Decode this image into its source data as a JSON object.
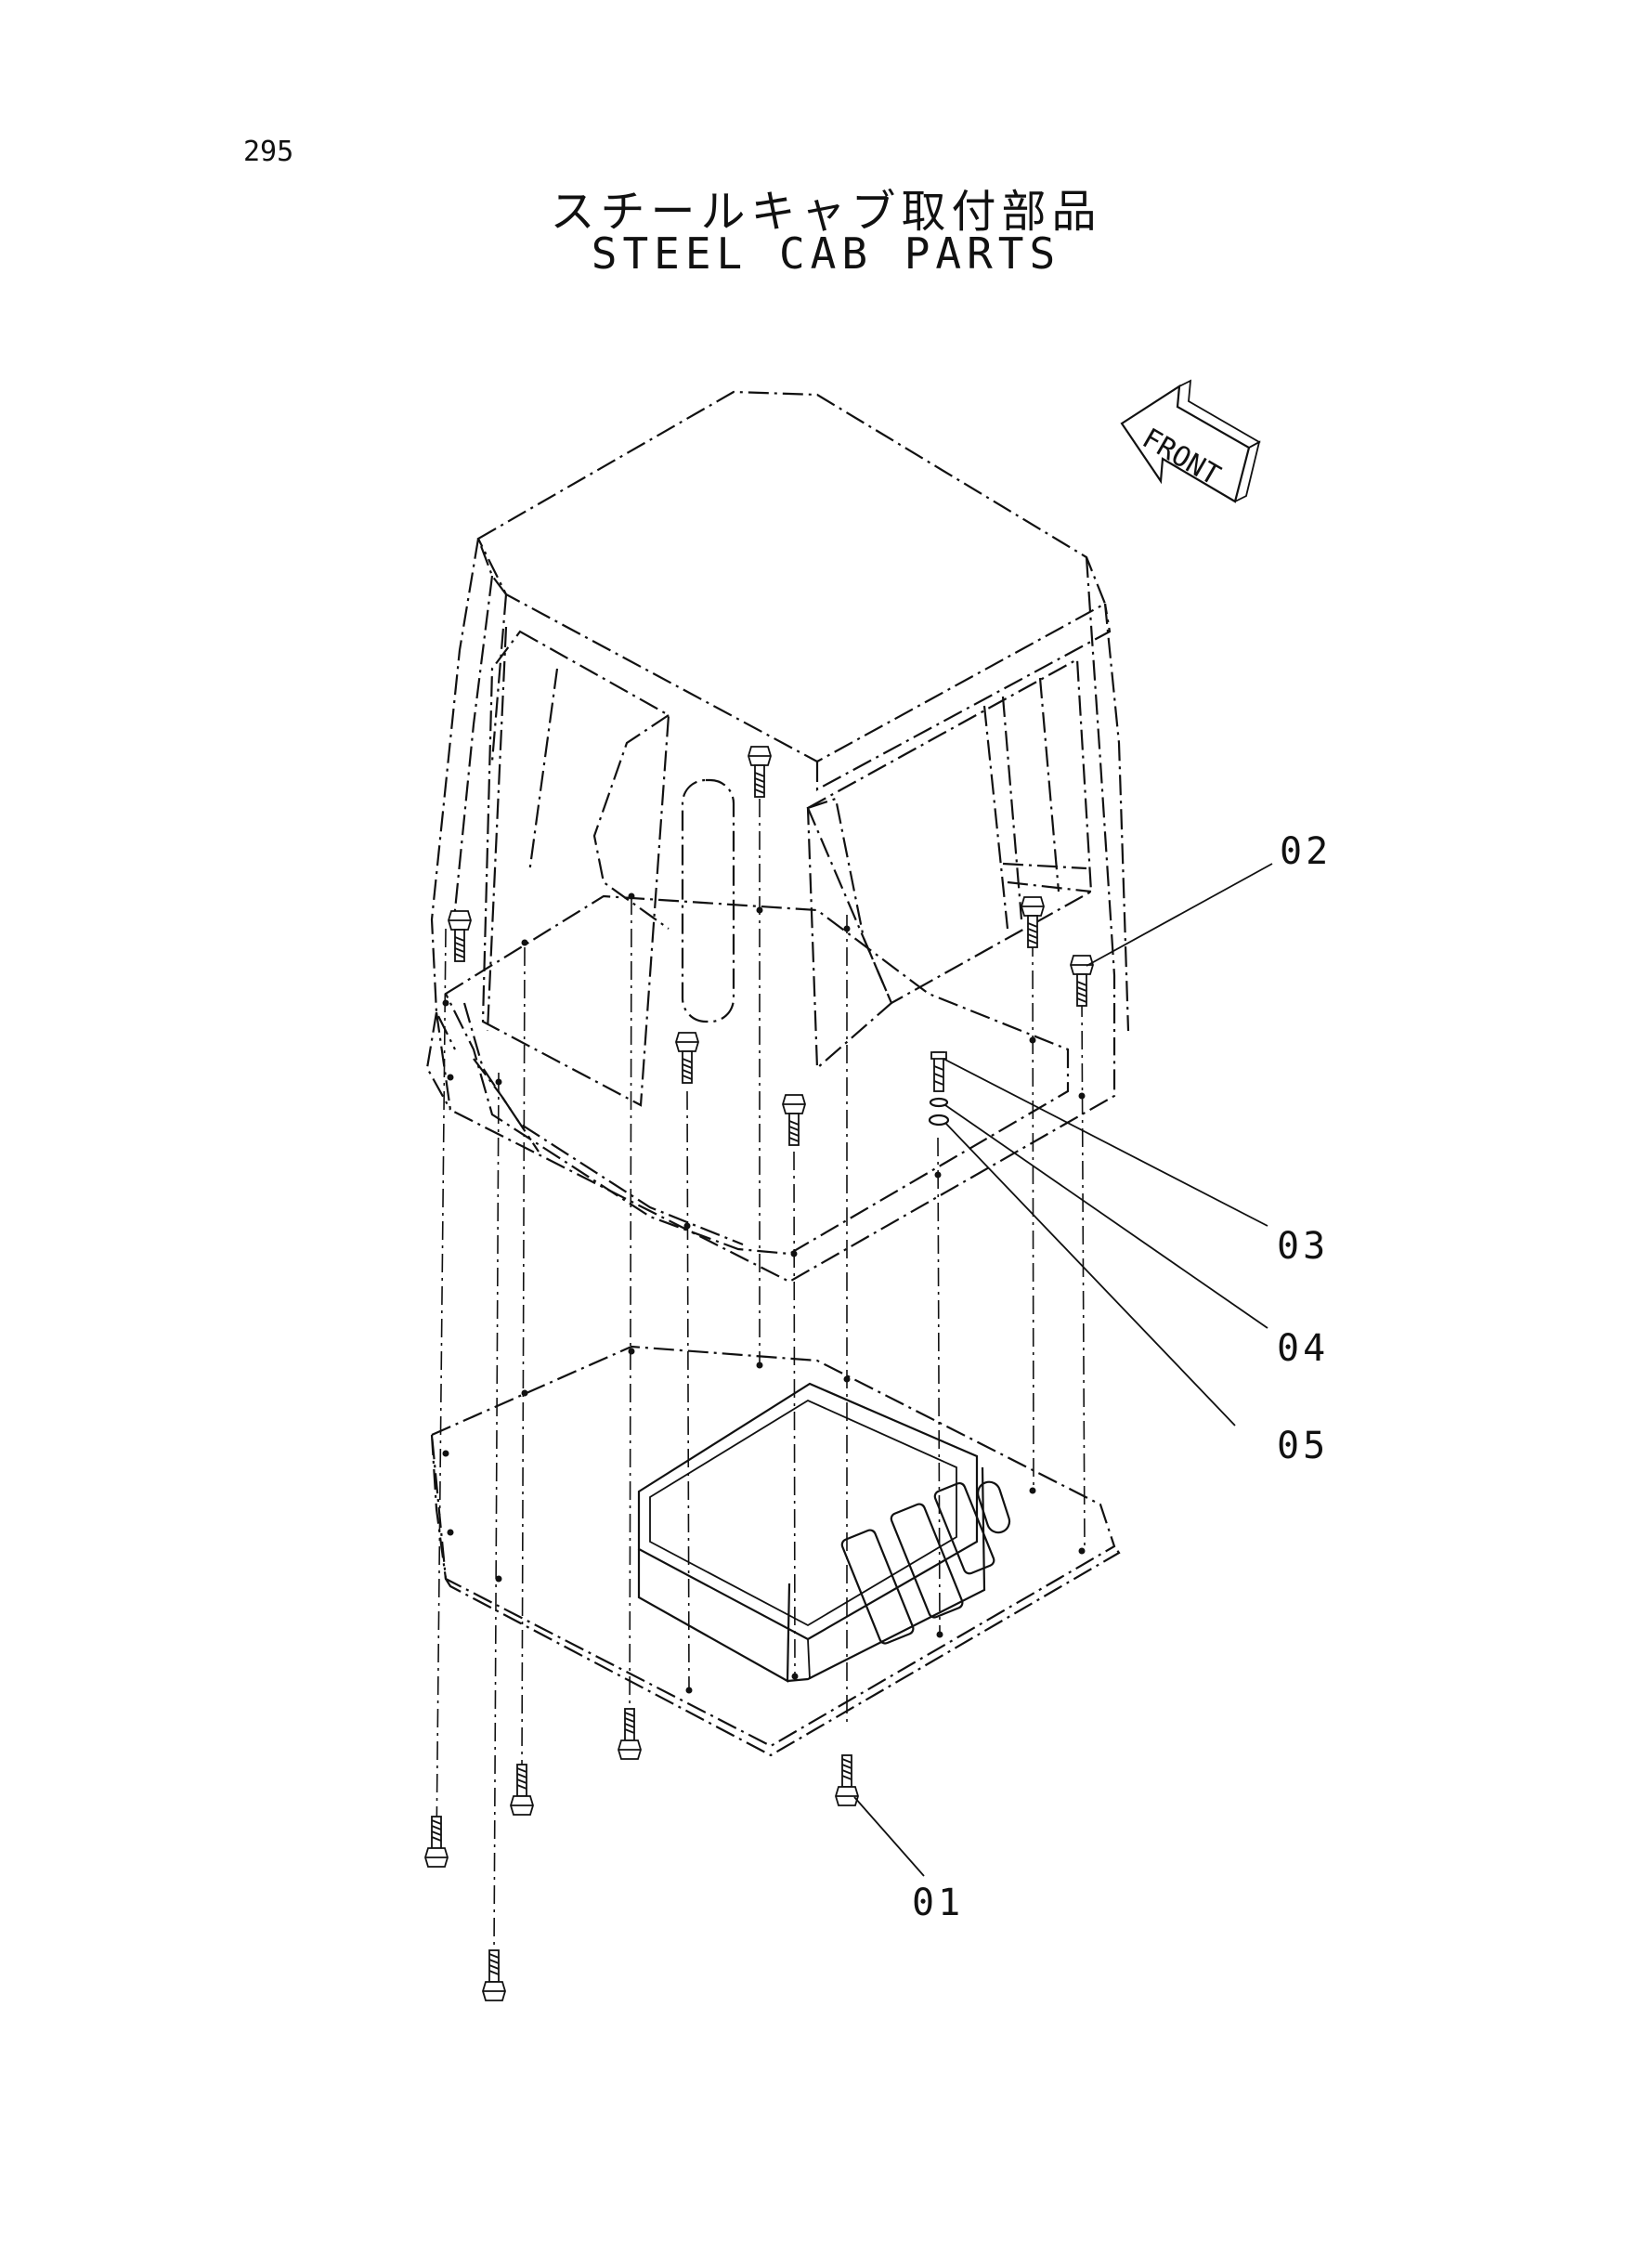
{
  "page_number": "295",
  "title_jp": "スチールキャブ取付部品",
  "title_en": "STEEL CAB PARTS",
  "front_label": "FRONT",
  "callouts": {
    "c01": "01",
    "c02": "02",
    "c03": "03",
    "c04": "04",
    "c05": "05"
  }
}
